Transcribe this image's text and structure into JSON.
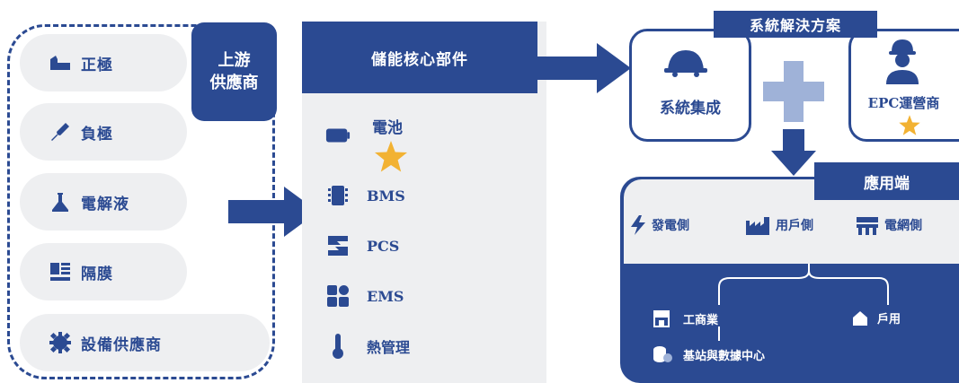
{
  "upstream": {
    "title_line1": "上游",
    "title_line2": "供應商",
    "items": [
      {
        "label": "正極",
        "icon": "positive-electrode-icon"
      },
      {
        "label": "負極",
        "icon": "negative-electrode-icon"
      },
      {
        "label": "電解液",
        "icon": "flask-icon"
      },
      {
        "label": "隔膜",
        "icon": "separator-icon"
      },
      {
        "label": "設備供應商",
        "icon": "gear-icon"
      }
    ]
  },
  "core": {
    "title": "儲能核心部件",
    "items": [
      {
        "label": "電池",
        "icon": "battery-icon"
      },
      {
        "label": "BMS",
        "icon": "chip-icon"
      },
      {
        "label": "PCS",
        "icon": "converter-icon"
      },
      {
        "label": "EMS",
        "icon": "grid-apps-icon"
      },
      {
        "label": "熱管理",
        "icon": "thermometer-icon"
      }
    ]
  },
  "solution": {
    "title": "系統解決方案",
    "integration": "系統集成",
    "operator": "EPC運營商"
  },
  "application": {
    "title": "應用端",
    "sides": [
      "發電側",
      "用戶側",
      "電網側"
    ],
    "sub": [
      "工商業",
      "戶用",
      "基站與數據中心"
    ]
  },
  "colors": {
    "navy": "#2b4a92",
    "light_blue": "#9fb2d8",
    "star": "#f2b233",
    "panel_gray": "#eeeff1"
  }
}
